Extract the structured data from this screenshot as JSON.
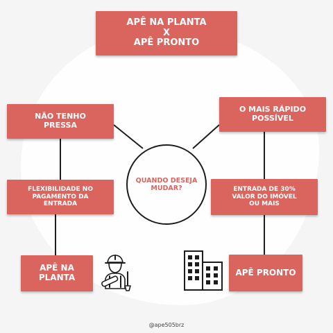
{
  "colors": {
    "box": "#d9655e",
    "line": "#1c1c1c",
    "background": "#f5f5f5"
  },
  "title": {
    "line1": "APÊ NA PLANTA",
    "line2": "X",
    "line3": "APÊ PRONTO"
  },
  "center": {
    "line1": "QUANDO DESEJA",
    "line2": "MUDAR?"
  },
  "left": {
    "top": {
      "line1": "NÃO TENHO",
      "line2": "PRESSA"
    },
    "middle": {
      "line1": "FLEXIBILIDADE NO",
      "line2": "PAGAMENTO DA",
      "line3": "ENTRADA"
    },
    "bottom": {
      "line1": "APÊ NA",
      "line2": "PLANTA"
    }
  },
  "right": {
    "top": {
      "line1": "O MAIS RÁPIDO",
      "line2": "POSSÍVEL"
    },
    "middle": {
      "line1": "ENTRADA DE 30%",
      "line2": "VALOR DO IMÓVEL",
      "line3": "OU MAIS"
    },
    "bottom": {
      "line1": "APÊ PRONTO"
    }
  },
  "icons": {
    "left": "construction-worker-icon",
    "right": "buildings-icon"
  },
  "credit": "@ape505brz"
}
